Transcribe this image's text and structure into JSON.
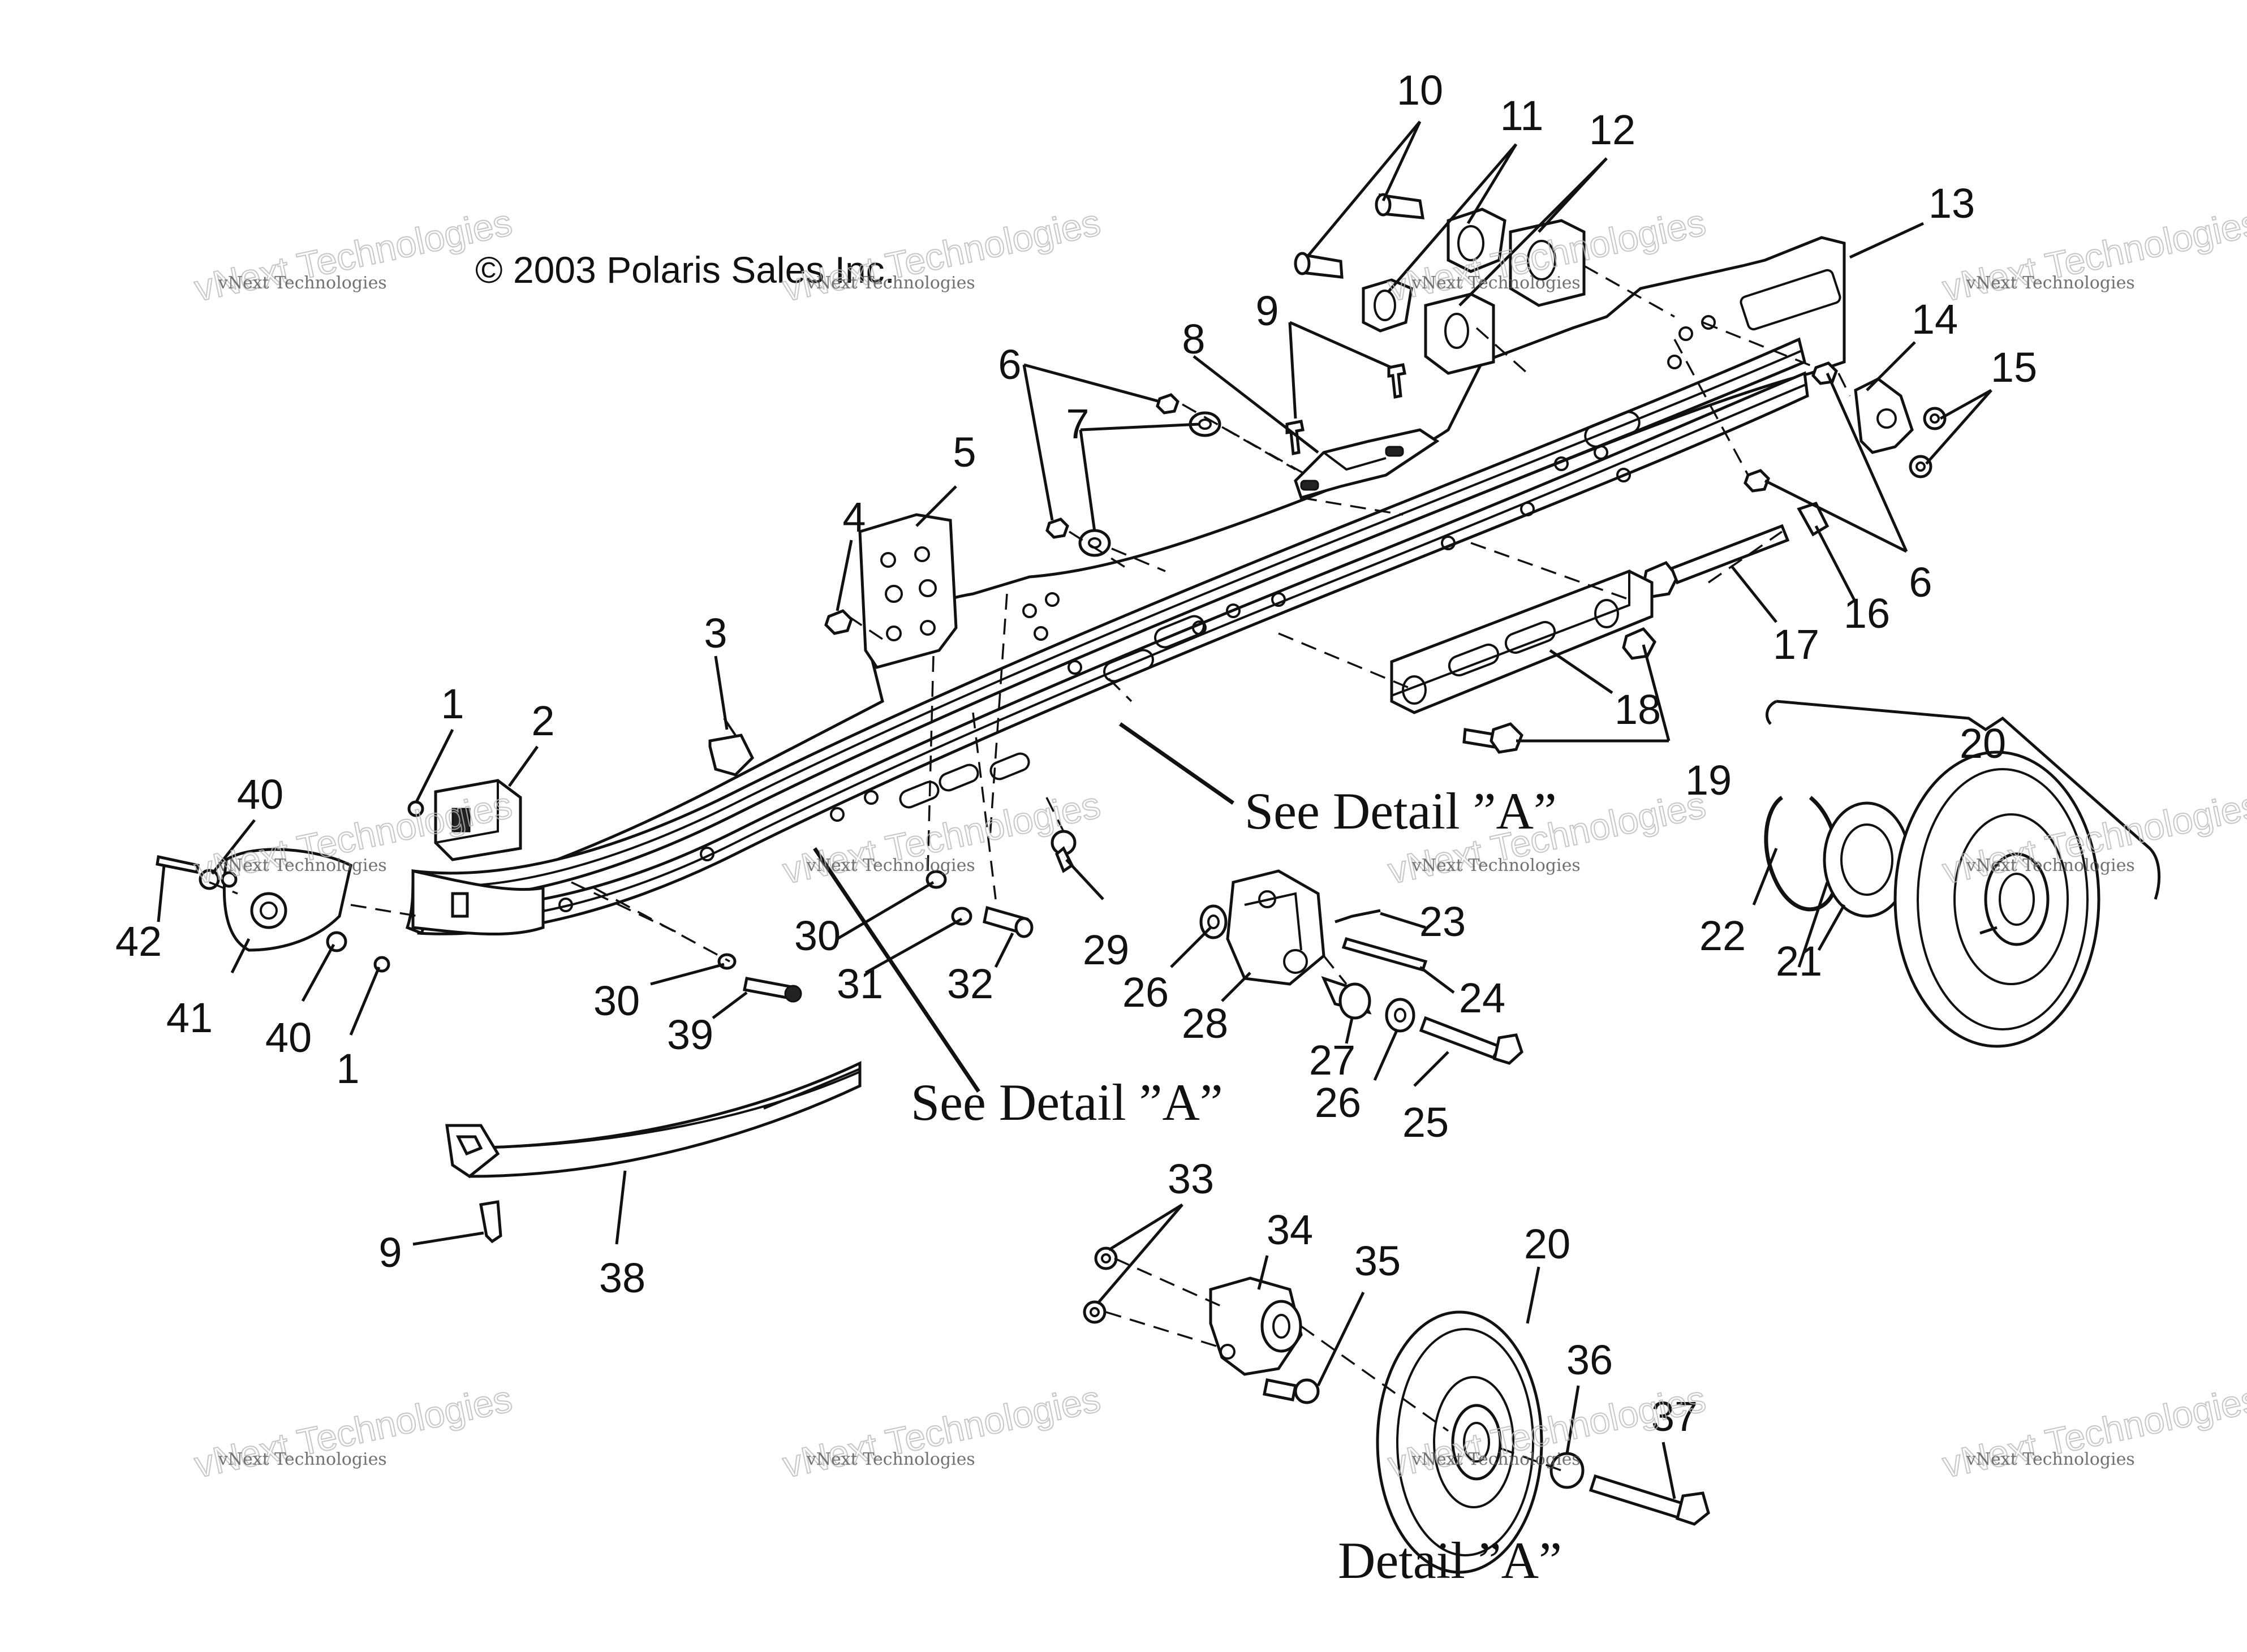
{
  "copyright": "© 2003 Polaris Sales Inc.",
  "watermark": {
    "line1": "vNext Technologies",
    "line2": "vNext Technologies"
  },
  "captions": {
    "see_detail_1": "See Detail ”A”",
    "see_detail_2": "See Detail ”A”",
    "detail": "Detail ”A”"
  },
  "callouts": [
    "10",
    "11",
    "12",
    "13",
    "14",
    "15",
    "6",
    "16",
    "17",
    "18",
    "19",
    "9",
    "8",
    "7",
    "6",
    "5",
    "4",
    "3",
    "2",
    "1",
    "40",
    "42",
    "41",
    "40",
    "1",
    "30",
    "39",
    "30",
    "31",
    "32",
    "29",
    "26",
    "28",
    "23",
    "24",
    "27",
    "26",
    "25",
    "20",
    "22",
    "21",
    "9",
    "38",
    "33",
    "34",
    "35",
    "20",
    "36",
    "37"
  ]
}
